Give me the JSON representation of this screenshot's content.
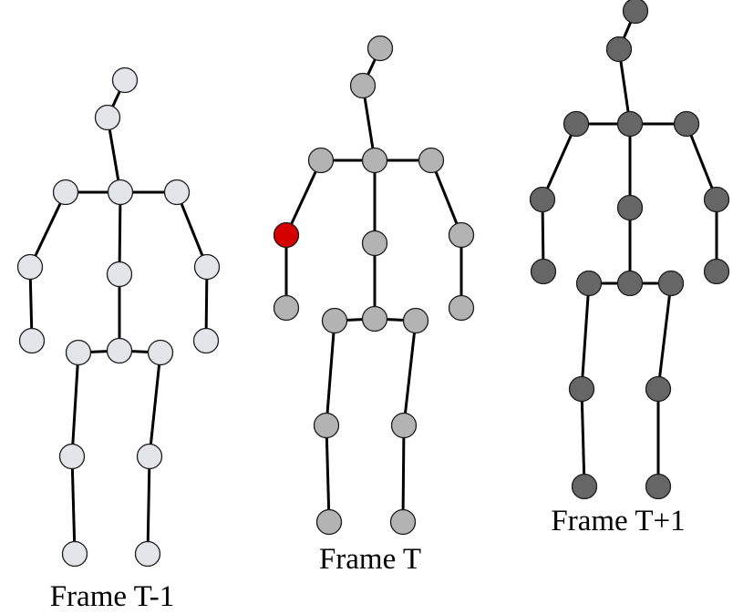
{
  "joints": [
    "head_top",
    "head",
    "neck",
    "l_shoulder",
    "r_shoulder",
    "l_elbow",
    "r_elbow",
    "l_hand",
    "r_hand",
    "spine",
    "pelvis",
    "l_hip",
    "r_hip",
    "l_knee",
    "r_knee",
    "l_foot",
    "r_foot"
  ],
  "bones": [
    [
      "head_top",
      "head"
    ],
    [
      "head",
      "neck"
    ],
    [
      "neck",
      "l_shoulder"
    ],
    [
      "neck",
      "r_shoulder"
    ],
    [
      "l_shoulder",
      "l_elbow"
    ],
    [
      "l_elbow",
      "l_hand"
    ],
    [
      "r_shoulder",
      "r_elbow"
    ],
    [
      "r_elbow",
      "r_hand"
    ],
    [
      "neck",
      "spine"
    ],
    [
      "spine",
      "pelvis"
    ],
    [
      "pelvis",
      "l_hip"
    ],
    [
      "pelvis",
      "r_hip"
    ],
    [
      "l_hip",
      "l_knee"
    ],
    [
      "l_knee",
      "l_foot"
    ],
    [
      "r_hip",
      "r_knee"
    ],
    [
      "r_knee",
      "r_foot"
    ]
  ],
  "frames": [
    {
      "id": "frame-t-minus-1",
      "label": "Frame T-1",
      "joint_color": "#e3e5e8",
      "highlight_joint": null,
      "highlight_color": null
    },
    {
      "id": "frame-t",
      "label": "Frame T",
      "joint_color": "#b3b3b3",
      "highlight_joint": "l_elbow",
      "highlight_color": "#d40000"
    },
    {
      "id": "frame-t-plus-1",
      "label": "Frame T+1",
      "joint_color": "#666666",
      "highlight_joint": null,
      "highlight_color": null
    }
  ]
}
